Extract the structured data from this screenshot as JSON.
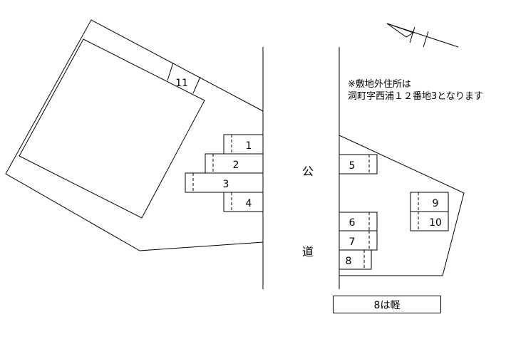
{
  "diagram": {
    "spaces_left": [
      {
        "id": "space-1",
        "label": "1"
      },
      {
        "id": "space-2",
        "label": "2"
      },
      {
        "id": "space-3",
        "label": "3"
      },
      {
        "id": "space-4",
        "label": "4"
      }
    ],
    "spaces_right": [
      {
        "id": "space-5",
        "label": "5"
      },
      {
        "id": "space-6",
        "label": "6"
      },
      {
        "id": "space-7",
        "label": "7"
      },
      {
        "id": "space-8",
        "label": "8"
      }
    ],
    "spaces_block": [
      {
        "id": "space-9",
        "label": "9"
      },
      {
        "id": "space-10",
        "label": "10"
      }
    ],
    "space_11": {
      "label": "11"
    },
    "road_label_top": "公",
    "road_label_bottom": "道",
    "note_line1": "※敷地外住所は",
    "note_line2": "洞町字西浦１２番地3となります",
    "light_car_note": "8は軽"
  }
}
